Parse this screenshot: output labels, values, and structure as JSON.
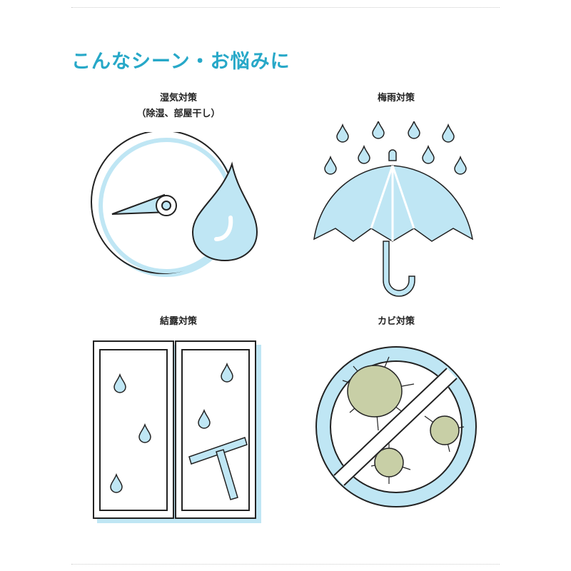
{
  "title": "こんなシーン・お悩みに",
  "items": [
    {
      "label": "湿気対策",
      "sub": "（除湿、部屋干し）",
      "icon": "humidity-gauge-icon"
    },
    {
      "label": "梅雨対策",
      "icon": "umbrella-rain-icon"
    },
    {
      "label": "結露対策",
      "icon": "window-condensation-icon"
    },
    {
      "label": "カビ対策",
      "icon": "no-mold-icon"
    }
  ],
  "colors": {
    "accent": "#27a8c8",
    "fill": "#bfe6f4",
    "mold": "#c8cfa6"
  }
}
